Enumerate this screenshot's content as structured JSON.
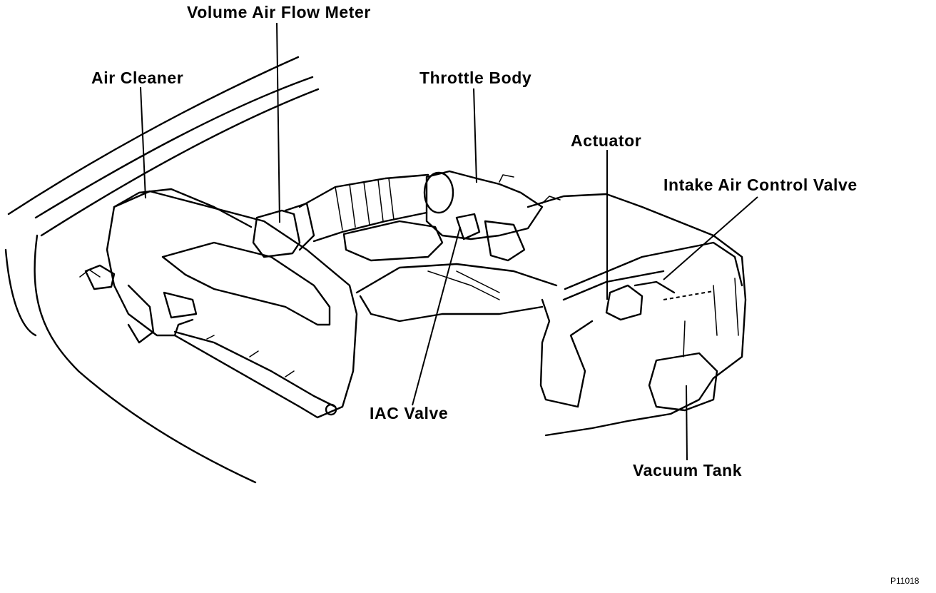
{
  "labels": {
    "volume_air_flow_meter": "Volume Air Flow Meter",
    "air_cleaner": "Air Cleaner",
    "throttle_body": "Throttle Body",
    "actuator": "Actuator",
    "intake_air_control_valve": "Intake Air Control Valve",
    "iac_valve": "IAC Valve",
    "vacuum_tank": "Vacuum Tank"
  },
  "figure_code": "P11018",
  "colors": {
    "ink": "#000000",
    "paper": "#ffffff"
  }
}
